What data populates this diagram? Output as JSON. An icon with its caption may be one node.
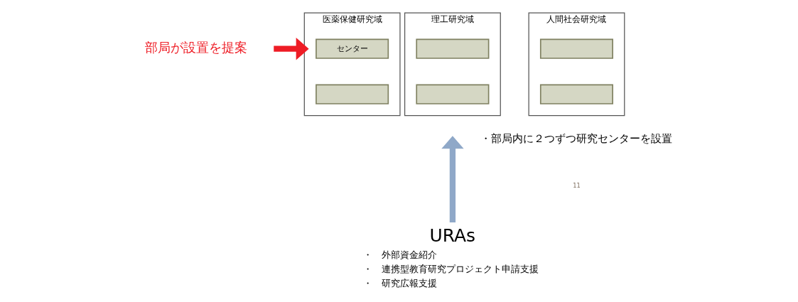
{
  "diagram": {
    "nodes": [
      {
        "text": [
          "医薬保健研究域"
        ]
      },
      {
        "text": [
          "センター"
        ],
        "in": 0
      },
      {
        "text": [],
        "shape": "box",
        "in": 0
      },
      {
        "text": [
          "理工研究域"
        ]
      },
      {
        "text": [],
        "shape": "box",
        "in": 3
      },
      {
        "text": [],
        "shape": "box",
        "in": 3
      },
      {
        "text": [
          "人間社会研究域"
        ]
      },
      {
        "text": [],
        "shape": "box",
        "in": 6
      },
      {
        "text": [],
        "shape": "box",
        "in": 6
      },
      {
        "text": [
          "部局が設置を提案"
        ]
      },
      {
        "text": [
          "URAs"
        ],
        "beside": [
          "・　外部資金紹介",
          "・　連携型教育研究プロジェクト申請支援",
          "・　研究広報支援"
        ]
      }
    ],
    "edges": [
      {
        "from": 9,
        "to": 0,
        "arrow": "to",
        "color": "#ee1c25"
      },
      {
        "from": 10,
        "to": null,
        "arrow": "to",
        "color": "#8fa8c8"
      }
    ],
    "labels": [
      "・部局内に２つずつ研究センターを設置",
      "11"
    ]
  }
}
